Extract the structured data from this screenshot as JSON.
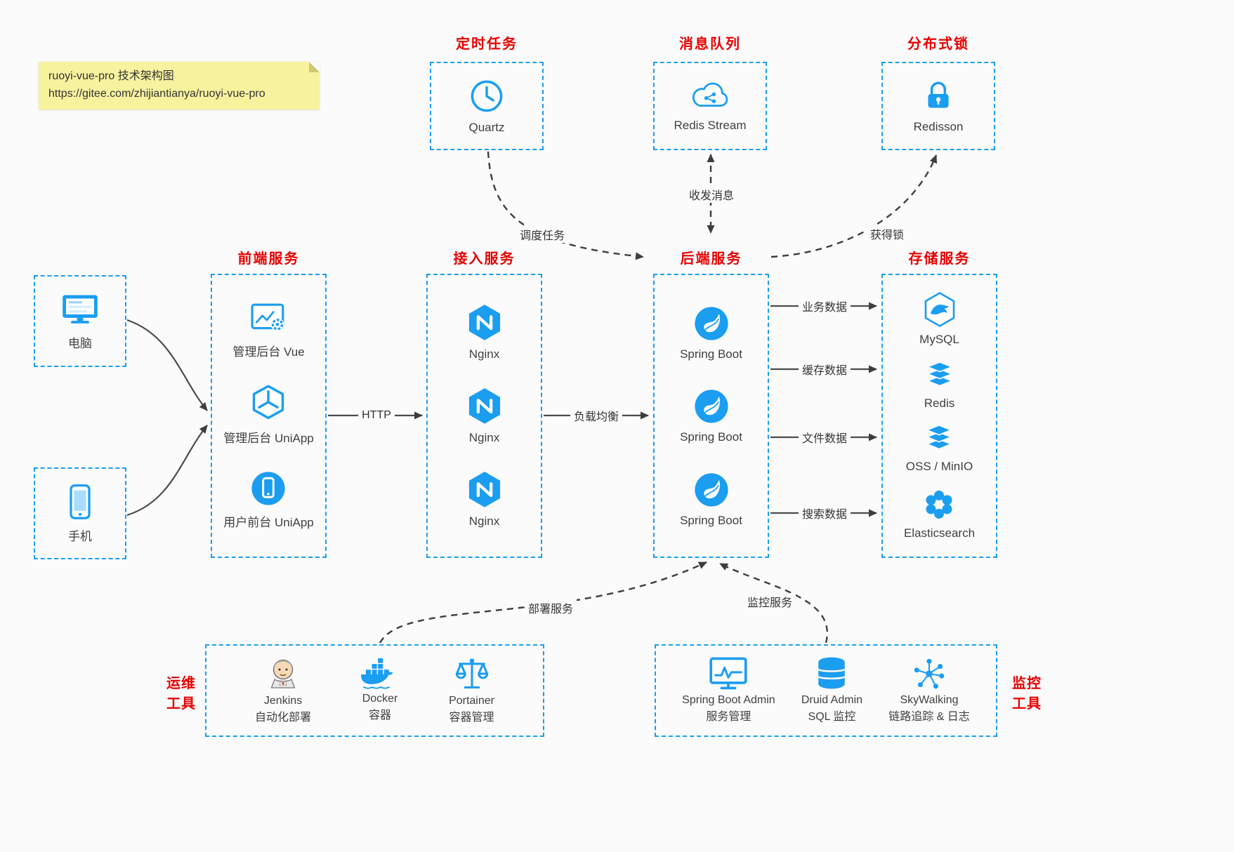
{
  "colors": {
    "accent": "#1b9df0",
    "red": "#e60000"
  },
  "note": {
    "line1": "ruoyi-vue-pro 技术架构图",
    "line2": "https://gitee.com/zhijiantianya/ruoyi-vue-pro"
  },
  "top": {
    "scheduler": {
      "title": "定时任务",
      "label": "Quartz"
    },
    "mq": {
      "title": "消息队列",
      "label": "Redis Stream"
    },
    "lock": {
      "title": "分布式锁",
      "label": "Redisson"
    }
  },
  "clients": {
    "pc": {
      "label": "电脑"
    },
    "mobile": {
      "label": "手机"
    }
  },
  "columns": {
    "frontend": {
      "title": "前端服务",
      "items": [
        {
          "label": "管理后台 Vue"
        },
        {
          "label": "管理后台 UniApp"
        },
        {
          "label": "用户前台 UniApp"
        }
      ]
    },
    "gateway": {
      "title": "接入服务",
      "items": [
        {
          "label": "Nginx"
        },
        {
          "label": "Nginx"
        },
        {
          "label": "Nginx"
        }
      ]
    },
    "backend": {
      "title": "后端服务",
      "items": [
        {
          "label": "Spring Boot"
        },
        {
          "label": "Spring Boot"
        },
        {
          "label": "Spring Boot"
        }
      ]
    },
    "storage": {
      "title": "存储服务",
      "items": [
        {
          "label": "MySQL"
        },
        {
          "label": "Redis"
        },
        {
          "label": "OSS / MinIO"
        },
        {
          "label": "Elasticsearch"
        }
      ]
    }
  },
  "edges": {
    "http": "HTTP",
    "load_balance": "负载均衡",
    "schedule": "调度任务",
    "message": "收发消息",
    "acquire_lock": "获得锁",
    "business_data": "业务数据",
    "cache_data": "缓存数据",
    "file_data": "文件数据",
    "search_data": "搜索数据",
    "deploy": "部署服务",
    "monitor": "监控服务"
  },
  "bottom": {
    "ops": {
      "side_line1": "运维",
      "side_line2": "工具",
      "items": [
        {
          "name": "Jenkins",
          "desc": "自动化部署"
        },
        {
          "name": "Docker",
          "desc": "容器"
        },
        {
          "name": "Portainer",
          "desc": "容器管理"
        }
      ]
    },
    "monitor": {
      "side_line1": "监控",
      "side_line2": "工具",
      "items": [
        {
          "name": "Spring Boot Admin",
          "desc": "服务管理"
        },
        {
          "name": "Druid Admin",
          "desc": "SQL 监控"
        },
        {
          "name": "SkyWalking",
          "desc": "链路追踪 & 日志"
        }
      ]
    }
  }
}
